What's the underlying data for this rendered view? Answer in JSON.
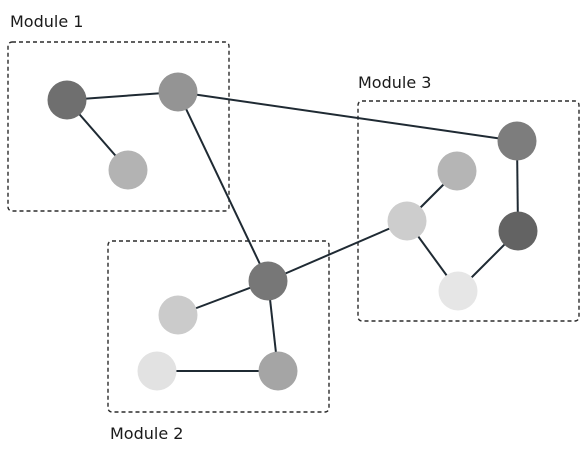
{
  "modules": [
    {
      "id": "m1",
      "label": "Module 1"
    },
    {
      "id": "m2",
      "label": "Module 2"
    },
    {
      "id": "m3",
      "label": "Module 3"
    }
  ],
  "nodes": [
    {
      "id": "n1",
      "module": "m1",
      "color": "#6f6f6f"
    },
    {
      "id": "n2",
      "module": "m1",
      "color": "#949494"
    },
    {
      "id": "n3",
      "module": "m1",
      "color": "#b3b3b3"
    },
    {
      "id": "n4",
      "module": "m2",
      "color": "#777777"
    },
    {
      "id": "n5",
      "module": "m2",
      "color": "#cbcbcb"
    },
    {
      "id": "n6",
      "module": "m2",
      "color": "#e2e2e2"
    },
    {
      "id": "n7",
      "module": "m2",
      "color": "#a5a5a5"
    },
    {
      "id": "n8",
      "module": "m3",
      "color": "#7d7d7d"
    },
    {
      "id": "n9",
      "module": "m3",
      "color": "#b5b5b5"
    },
    {
      "id": "n10",
      "module": "m3",
      "color": "#cdcdcd"
    },
    {
      "id": "n11",
      "module": "m3",
      "color": "#636363"
    },
    {
      "id": "n12",
      "module": "m3",
      "color": "#e6e6e6"
    }
  ],
  "edges": [
    [
      "n1",
      "n2"
    ],
    [
      "n1",
      "n3"
    ],
    [
      "n2",
      "n4"
    ],
    [
      "n2",
      "n8"
    ],
    [
      "n4",
      "n5"
    ],
    [
      "n4",
      "n7"
    ],
    [
      "n6",
      "n7"
    ],
    [
      "n4",
      "n10"
    ],
    [
      "n10",
      "n9"
    ],
    [
      "n10",
      "n12"
    ],
    [
      "n12",
      "n11"
    ],
    [
      "n11",
      "n8"
    ]
  ]
}
